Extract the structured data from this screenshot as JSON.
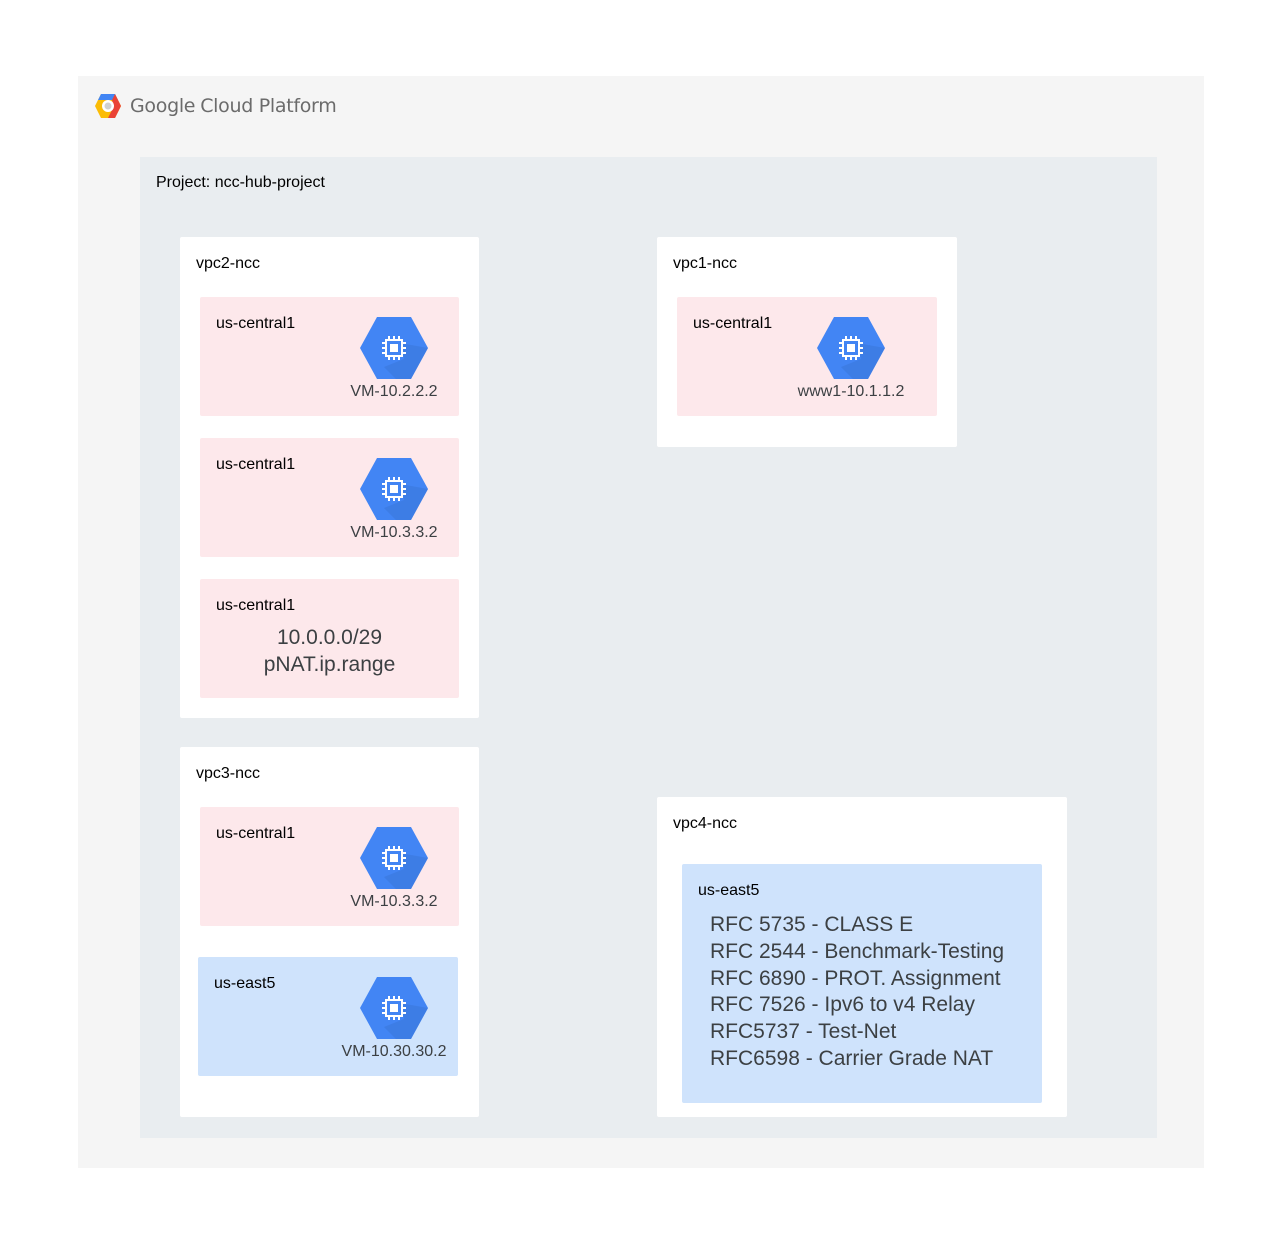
{
  "header": {
    "brand_google": "Google",
    "brand_product": "Cloud Platform",
    "logo_colors": [
      "#4285f4",
      "#ea4335",
      "#fbbc05"
    ]
  },
  "project": {
    "label": "Project: ncc-hub-project"
  },
  "vpcs": [
    {
      "name": "vpc2-ncc",
      "zones": [
        {
          "region": "us-central1",
          "type": "vm",
          "vm_label": "VM-10.2.2.2",
          "color": "#fde8eb"
        },
        {
          "region": "us-central1",
          "type": "vm",
          "vm_label": "VM-10.3.3.2",
          "color": "#fde8eb"
        },
        {
          "region": "us-central1",
          "type": "range",
          "line1": "10.0.0.0/29",
          "line2": "pNAT.ip.range",
          "color": "#fde8eb"
        }
      ]
    },
    {
      "name": "vpc1-ncc",
      "zones": [
        {
          "region": "us-central1",
          "type": "vm",
          "vm_label": "www1-10.1.1.2",
          "color": "#fde8eb"
        }
      ]
    },
    {
      "name": "vpc3-ncc",
      "zones": [
        {
          "region": "us-central1",
          "type": "vm",
          "vm_label": "VM-10.3.3.2",
          "color": "#fde8eb"
        },
        {
          "region": "us-east5",
          "type": "vm",
          "vm_label": "VM-10.30.30.2",
          "color": "#cfe3fc"
        }
      ]
    },
    {
      "name": "vpc4-ncc",
      "zones": [
        {
          "region": "us-east5",
          "type": "rfc-list",
          "color": "#cfe3fc",
          "items": [
            "RFC 5735 - CLASS E",
            "RFC 2544 - Benchmark-Testing",
            "RFC 6890 - PROT. Assignment",
            "RFC 7526 - Ipv6 to v4 Relay",
            "RFC5737 - Test-Net",
            "RFC6598 - Carrier Grade NAT"
          ]
        }
      ]
    }
  ],
  "icons": {
    "vm": "compute-engine-icon",
    "vm_color": "#4285f4",
    "vm_shadow": "#3a77d8"
  }
}
